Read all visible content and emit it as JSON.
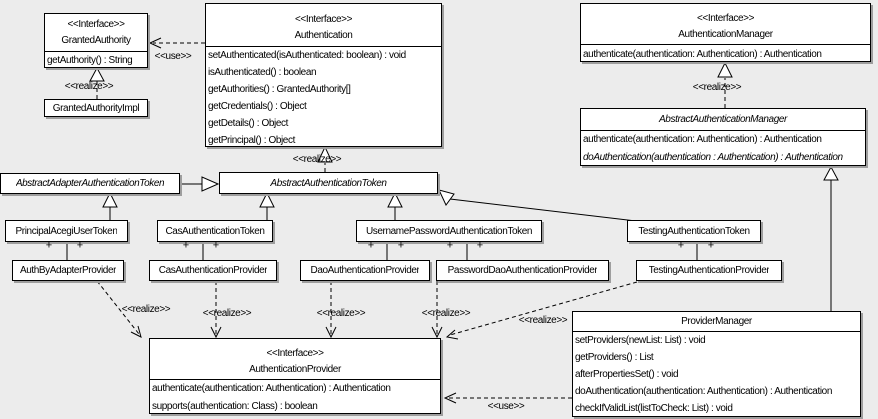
{
  "labels": {
    "realize": "&lt;&lt;realize&gt;&gt;",
    "use": "&lt;&lt;use&gt;&gt;",
    "plus": "+"
  },
  "stereotype_interface": "<<Interface>>",
  "colors": {
    "background": "#ececec",
    "box_fill": "#ffffff",
    "border": "#000000",
    "shadow": "#9e9e9e"
  },
  "classes": {
    "granted_authority": {
      "stereotype": "<<Interface>>",
      "name": "GrantedAuthority",
      "methods": [
        "getAuthority() : String"
      ]
    },
    "granted_authority_impl": {
      "name": "GrantedAuthorityImpl"
    },
    "authentication": {
      "stereotype": "<<Interface>>",
      "name": "Authentication",
      "methods": [
        "setAuthenticated(isAuthenticated: boolean) : void",
        "isAuthenticated() : boolean",
        "getAuthorities() : GrantedAuthority[]",
        "getCredentials() : Object",
        "getDetails() : Object",
        "getPrincipal() : Object"
      ]
    },
    "authentication_manager": {
      "stereotype": "<<Interface>>",
      "name": "AuthenticationManager",
      "methods": [
        "authenticate(authentication: Authentication) : Authentication"
      ]
    },
    "abstract_authentication_manager": {
      "name": "AbstractAuthenticationManager",
      "methods": [
        "authenticate(authentication: Authentication) : Authentication",
        "doAuthentication(authentication : Authentication) : Authentication"
      ]
    },
    "abstract_adapter_authentication_token": {
      "name": "AbstractAdapterAuthenticationToken"
    },
    "abstract_authentication_token": {
      "name": "AbstractAuthenticationToken"
    },
    "principal_acegi_user_token": {
      "name": "PrincipalAcegiUserToken"
    },
    "cas_authentication_token": {
      "name": "CasAuthenticationToken"
    },
    "username_password_authentication_token": {
      "name": "UsernamePasswordAuthenticationToken"
    },
    "testing_authentication_token": {
      "name": "TestingAuthenticationToken"
    },
    "auth_by_adapter_provider": {
      "name": "AuthByAdapterProvider"
    },
    "cas_authentication_provider": {
      "name": "CasAuthenticationProvider"
    },
    "dao_authentication_provider": {
      "name": "DaoAuthenticationProvider"
    },
    "password_dao_authentication_provider": {
      "name": "PasswordDaoAuthenticationProvider"
    },
    "testing_authentication_provider": {
      "name": "TestingAuthenticationProvider"
    },
    "authentication_provider": {
      "stereotype": "<<Interface>>",
      "name": "AuthenticationProvider",
      "methods": [
        "authenticate(authentication: Authentication) : Authentication",
        "supports(authentication: Class) : boolean"
      ]
    },
    "provider_manager": {
      "name": "ProviderManager",
      "methods": [
        "setProviders(newList: List) : void",
        "getProviders() : List",
        "afterPropertiesSet() : void",
        "doAuthentication(authentication: Authentication) : Authentication",
        "checkIfValidList(listToCheck: List) : void"
      ]
    }
  }
}
